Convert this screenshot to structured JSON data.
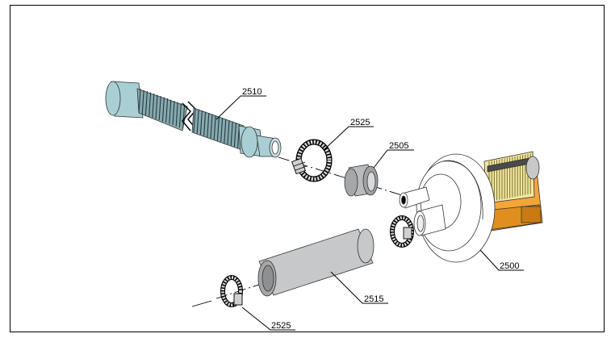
{
  "header_text": "",
  "corner_mark": "",
  "parts": {
    "flex_hose": {
      "label": "2510"
    },
    "clamp_upper": {
      "label": "2525"
    },
    "sleeve": {
      "label": "2505"
    },
    "blower": {
      "label": "2500"
    },
    "pipe": {
      "label": "2515"
    },
    "clamp_lower": {
      "label": "2525"
    }
  },
  "colors": {
    "hose_blue": "#a9cfd4",
    "sleeve_grey": "#b9bbbd",
    "pipe_grey": "#c7c8ca",
    "motor_orange": "#f3a53a",
    "coil_yellow": "#f2e6a0"
  }
}
